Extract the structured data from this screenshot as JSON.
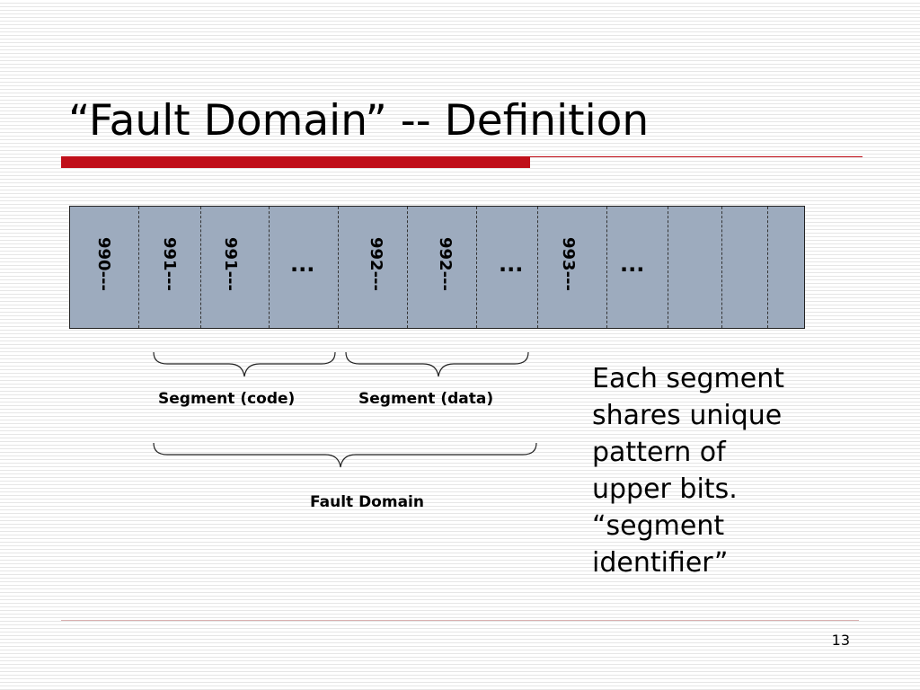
{
  "slide": {
    "title": "“Fault Domain” -- Definition",
    "page_number": "13"
  },
  "memory_strip": {
    "cells": [
      "990---",
      "991---",
      "991---",
      "...",
      "992---",
      "992---",
      "...",
      "993---",
      "...",
      "",
      "",
      ""
    ]
  },
  "braces": {
    "code_label": "Segment (code)",
    "data_label": "Segment (data)",
    "domain_label": "Fault Domain"
  },
  "note": {
    "lines": [
      "Each segment",
      "shares unique",
      "pattern of",
      "upper bits.",
      "“segment",
      "identifier”"
    ]
  },
  "colors": {
    "accent_red": "#c0101a",
    "cell_fill": "#9dabbe"
  }
}
